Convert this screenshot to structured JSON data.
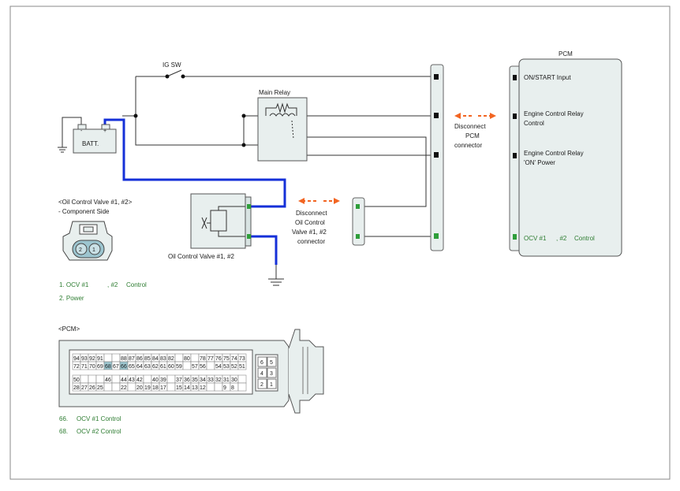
{
  "labels": {
    "ig_sw": "IG SW",
    "main_relay": "Main Relay",
    "batt": "BATT.",
    "batt_minus": "-",
    "batt_plus": "+",
    "pcm": "PCM",
    "pcm_pin1": "ON/START Input",
    "pcm_pin2_l1": "Engine Control Relay",
    "pcm_pin2_l2": "Control",
    "pcm_pin3_l1": "Engine Control Relay",
    "pcm_pin3_l2": "'ON' Power",
    "pcm_pin4_a": "OCV #1",
    "pcm_pin4_b": ", #2",
    "pcm_pin4_c": "Control",
    "disc_pcm_l1": "Disconnect",
    "disc_pcm_l2": "PCM",
    "disc_pcm_l3": "connector",
    "disc_ocv_l1": "Disconnect",
    "disc_ocv_l2": "Oil Control",
    "disc_ocv_l3": "Valve #1, #2",
    "disc_ocv_l4": "connector",
    "ocv_box": "Oil Control Valve #1, #2",
    "comp_title": "<Oil Control Valve #1, #2>",
    "comp_side": "- Component Side",
    "conn_pin2": "2",
    "conn_pin1": "1",
    "legend1_a": "1. OCV #1",
    "legend1_b": ", #2",
    "legend1_c": "Control",
    "legend2": "2. Power",
    "pcm_conn_title": "<PCM>",
    "pcm_legend1_num": "66.",
    "pcm_legend1_txt": "OCV #1 Control",
    "pcm_legend2_num": "68.",
    "pcm_legend2_txt": "OCV #2 Control"
  },
  "pcm_connector": {
    "row1": [
      "94",
      "93",
      "92",
      "91",
      "",
      "",
      "88",
      "87",
      "86",
      "85",
      "84",
      "83",
      "82",
      "",
      "80",
      "",
      "78",
      "77",
      "76",
      "75",
      "74",
      "73"
    ],
    "row2": [
      "72",
      "71",
      "70",
      "69",
      "68",
      "67",
      "66",
      "65",
      "64",
      "63",
      "62",
      "61",
      "60",
      "59",
      "",
      "57",
      "56",
      "",
      "54",
      "53",
      "52",
      "51"
    ],
    "row3": [
      "50",
      "",
      "",
      "",
      "46",
      "",
      "44",
      "43",
      "42",
      "",
      "40",
      "39",
      "",
      "37",
      "36",
      "35",
      "34",
      "33",
      "32",
      "31",
      "30",
      ""
    ],
    "row4": [
      "28",
      "27",
      "26",
      "25",
      "",
      "",
      "22",
      "",
      "20",
      "19",
      "18",
      "17",
      "",
      "15",
      "14",
      "13",
      "12",
      "",
      "",
      "9",
      "8",
      ""
    ],
    "side_block": [
      "6",
      "5",
      "4",
      "3",
      "2",
      "1"
    ],
    "highlight": [
      "68",
      "66"
    ]
  },
  "colors": {
    "wire": "#333333",
    "highlight_wire": "#1530d8",
    "arrow": "#f26522",
    "terminal": "#2e9e3a",
    "box_fill": "#e8efee",
    "highlight_pin": "#9cc5cf"
  }
}
